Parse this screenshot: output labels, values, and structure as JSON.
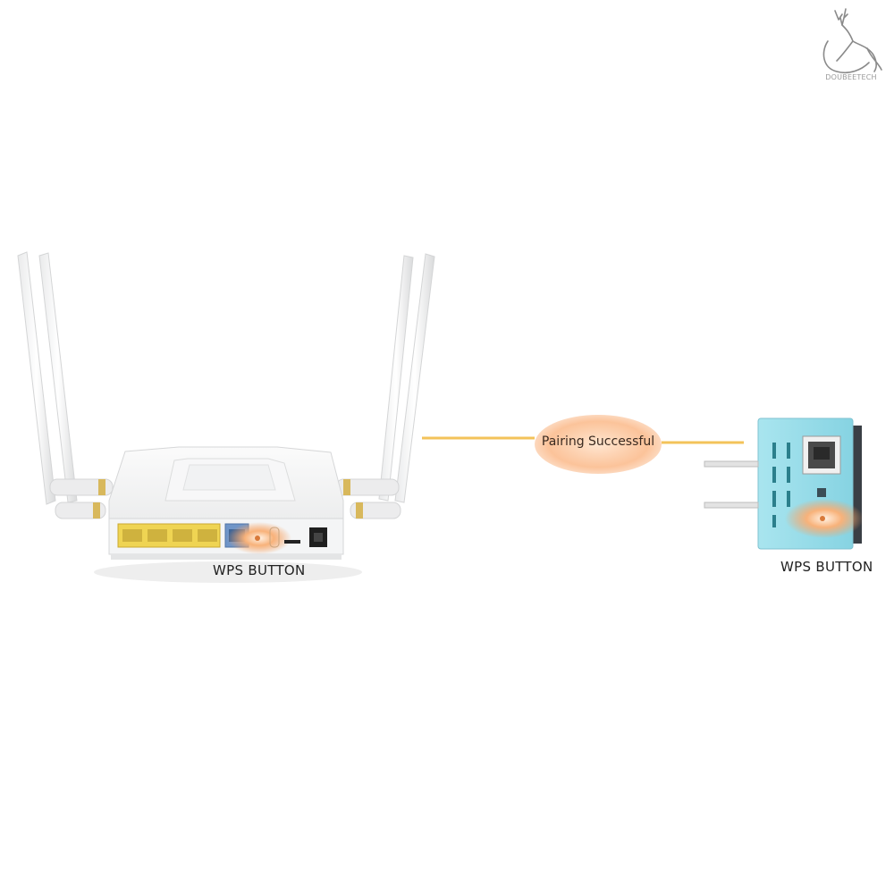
{
  "brand": {
    "logo_text": "DOUBEETECH"
  },
  "router": {
    "label": "WPS BUTTON"
  },
  "extender": {
    "label": "WPS BUTTON"
  },
  "connection": {
    "status_text": "Pairing Successful"
  },
  "colors": {
    "link_line": "#f3c35a",
    "wps_glow": "#f6a062",
    "extender_body": "#9ee0ec",
    "port_yellow": "#f1d95a",
    "router_body": "#f2f3f4"
  },
  "icons": [
    "deer-logo-icon",
    "wps-glow-icon",
    "ethernet-port-icon",
    "antenna-icon",
    "power-jack-icon",
    "plug-prong-icon"
  ]
}
